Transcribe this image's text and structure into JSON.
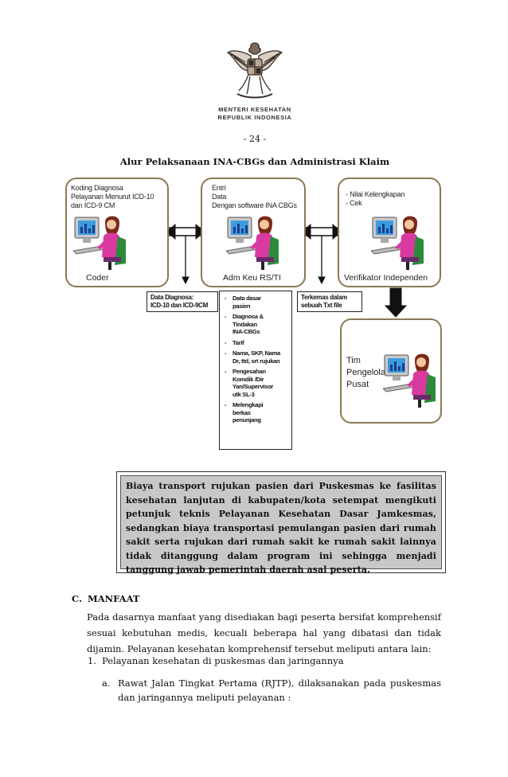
{
  "header": {
    "ministry_line1": "MENTERI KESEHATAN",
    "ministry_line2": "REPUBLIK INDONESIA",
    "page_number": "- 24 -"
  },
  "diagram": {
    "title": "Alur Pelaksanaan INA-CBGs  dan Administrasi Klaim",
    "coder_box": {
      "lines": [
        "Koding Diagnosa",
        "Pelayanan Menurut ICD-10",
        "dan ICD-9 CM"
      ],
      "caption": "Coder"
    },
    "admin_box": {
      "lines": [
        "Entri",
        "Data",
        "Dengan software INA CBGs"
      ],
      "caption": "Adm Keu RS/TI"
    },
    "verifier_box": {
      "lines": [
        "- Nilai Kelengkapan",
        "- Cek"
      ],
      "caption": "Verifikator Independen"
    },
    "central_box": {
      "lines": [
        "Tim",
        "Pengelola",
        "Pusat"
      ]
    },
    "diagnosis_note": [
      "Data Diagnosa:",
      "ICD-10 dan ICD-9CM"
    ],
    "txt_note": [
      "Terkemas dalam",
      "sebuah Txt file"
    ],
    "data_list": [
      [
        "Data dasar",
        "pasien"
      ],
      [
        "Diagnosa &",
        "Tindakan",
        "INA-CBGs"
      ],
      [
        "Tarif"
      ],
      [
        "Nama, SKP, Nama",
        "Dr, ttd, srt rujukan"
      ],
      [
        "Pengesahan",
        "Komdik /Dir",
        "Yan/Supervisor",
        "utk SL-3"
      ],
      [
        "Melengkapi",
        "berkas",
        "penunjang"
      ]
    ]
  },
  "note": {
    "text": "Biaya transport rujukan pasien dari Puskesmas ke fasilitas kesehatan lanjutan di kabupaten/kota setempat mengikuti petunjuk teknis Pelayanan Kesehatan Dasar Jamkesmas, sedangkan biaya transportasi pemulangan pasien dari rumah sakit serta rujukan dari rumah sakit ke rumah sakit lainnya tidak ditanggung dalam program ini sehingga menjadi tanggung jawab pemerintah daerah asal peserta."
  },
  "section_c": {
    "letter": "C.",
    "heading": "MANFAAT",
    "paragraph": "Pada dasarnya manfaat yang disediakan bagi peserta bersifat komprehensif sesuai kebutuhan medis, kecuali beberapa hal yang dibatasi dan tidak dijamin. Pelayanan kesehatan komprehensif tersebut meliputi antara lain:",
    "item1_num": "1.",
    "item1_text": "Pelayanan kesehatan di puskesmas dan jaringannya",
    "itemA_num": "a.",
    "itemA_text": "Rawat Jalan Tingkat Pertama (RJTP), dilaksanakan pada puskesmas dan jaringannya meliputi pelayanan :"
  }
}
